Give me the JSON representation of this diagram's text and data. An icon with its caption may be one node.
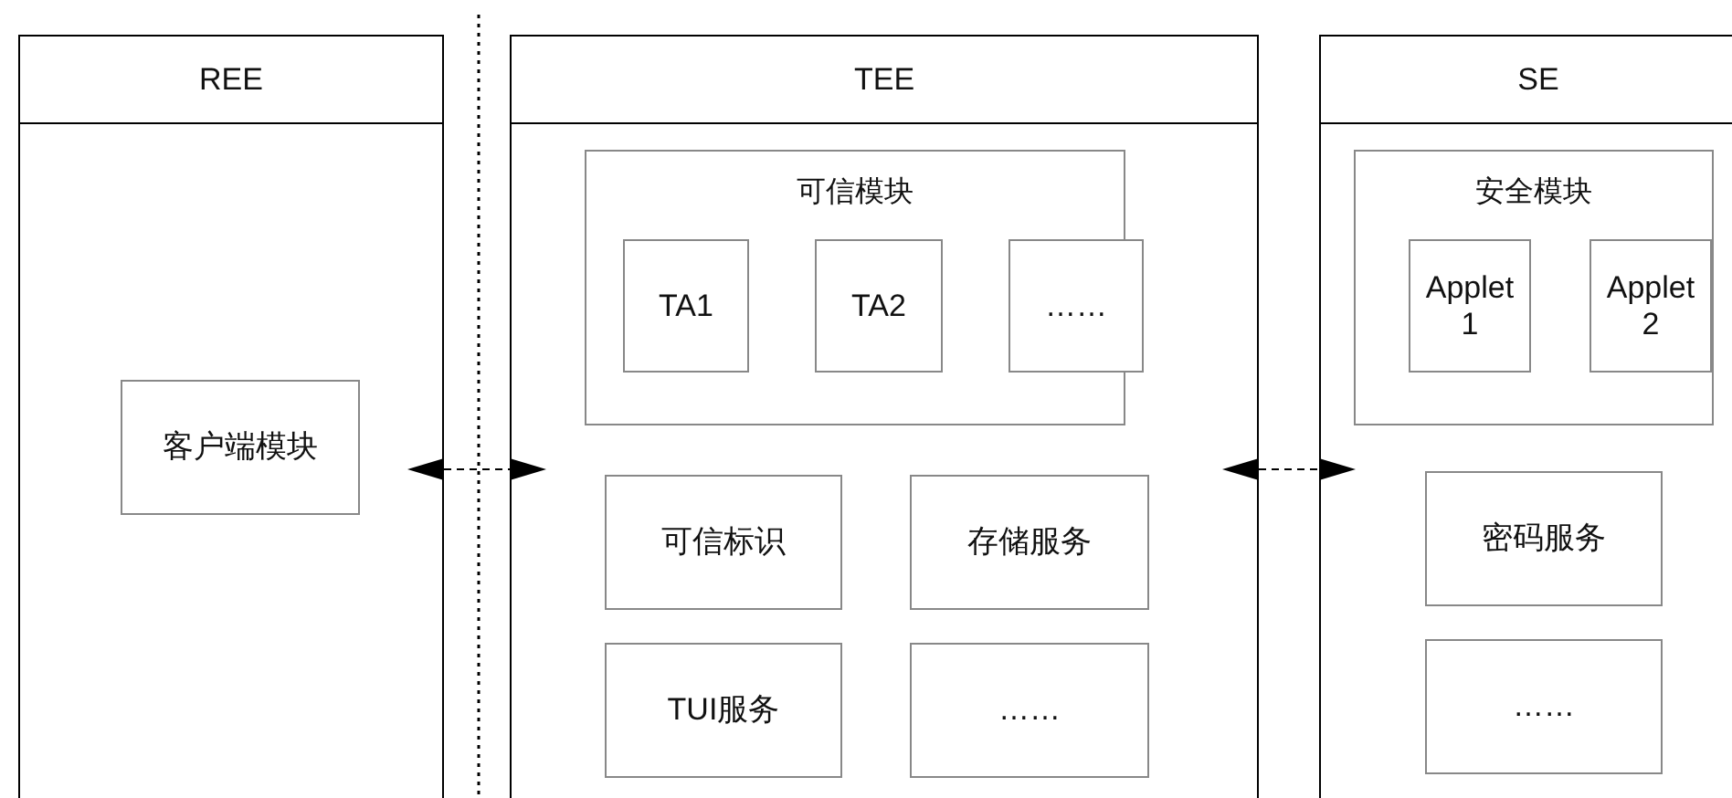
{
  "diagram": {
    "nodes": [
      {
        "text": [
          "REE"
        ]
      },
      {
        "text": [
          "客户端模块"
        ],
        "in": 0
      },
      {
        "text": [
          "TEE"
        ]
      },
      {
        "text": [
          "可信模块"
        ],
        "in": 2
      },
      {
        "text": [
          "TA1"
        ],
        "in": 3
      },
      {
        "text": [
          "TA2"
        ],
        "in": 3
      },
      {
        "text": [
          "……"
        ],
        "in": 3
      },
      {
        "text": [
          "可信标识"
        ],
        "in": 2
      },
      {
        "text": [
          "存储服务"
        ],
        "in": 2
      },
      {
        "text": [
          "TUI服务"
        ],
        "in": 2
      },
      {
        "text": [
          "……"
        ],
        "in": 2
      },
      {
        "text": [
          "SE"
        ]
      },
      {
        "text": [
          "安全模块"
        ],
        "in": 11
      },
      {
        "text": [
          "Applet 1"
        ],
        "in": 12
      },
      {
        "text": [
          "Applet 2"
        ],
        "in": 12
      },
      {
        "text": [
          "密码服务"
        ],
        "in": 11
      },
      {
        "text": [
          "……"
        ],
        "in": 11
      }
    ],
    "edges": [
      {
        "from": 0,
        "to": 2,
        "arrow": "both",
        "style": "dashed"
      },
      {
        "from": 2,
        "to": 11,
        "arrow": "both",
        "style": "dashed"
      }
    ]
  }
}
